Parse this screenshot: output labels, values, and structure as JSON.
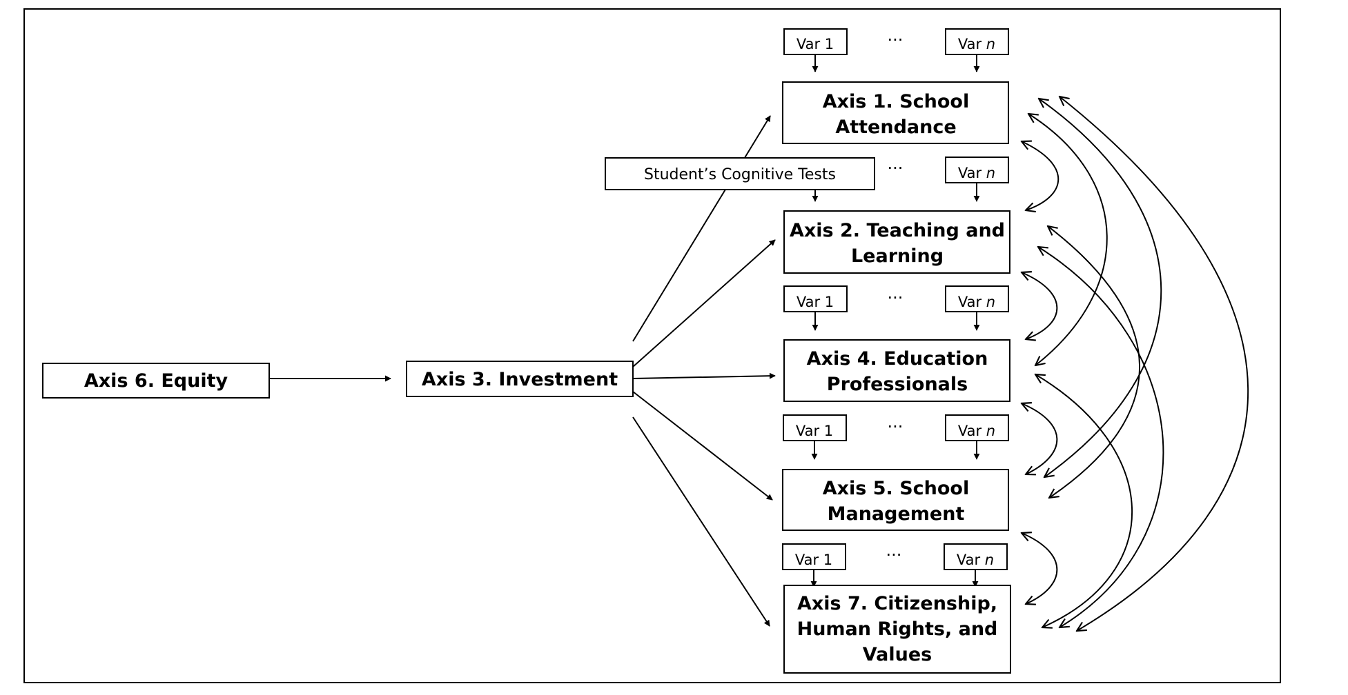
{
  "axes": {
    "axis6": "Axis 6. Equity",
    "axis3": "Axis 3. Investment",
    "axis1": [
      "Axis 1. School",
      "Attendance"
    ],
    "axis2": [
      "Axis 2. Teaching and",
      "Learning"
    ],
    "axis4": [
      "Axis 4. Education",
      "Professionals"
    ],
    "axis5": [
      "Axis 5. School",
      "Management"
    ],
    "axis7": [
      "Axis 7. Citizenship,",
      "Human Rights, and",
      "Values"
    ]
  },
  "variables": {
    "var1": "Var 1",
    "var_n_prefix": "Var ",
    "var_n_italic": "n",
    "cognitive_tests": "Student’s Cognitive Tests",
    "ellipsis": "···"
  }
}
